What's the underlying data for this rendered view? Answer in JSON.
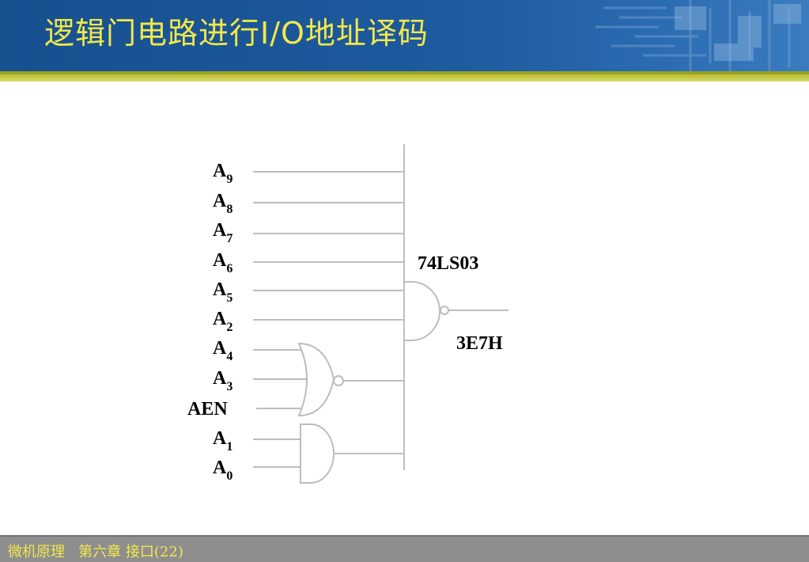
{
  "header": {
    "title": "逻辑门电路进行I/O地址译码"
  },
  "circuit": {
    "inputs": [
      {
        "letter": "A",
        "sub": "9"
      },
      {
        "letter": "A",
        "sub": "8"
      },
      {
        "letter": "A",
        "sub": "7"
      },
      {
        "letter": "A",
        "sub": "6"
      },
      {
        "letter": "A",
        "sub": "5"
      },
      {
        "letter": "A",
        "sub": "2"
      },
      {
        "letter": "A",
        "sub": "4"
      },
      {
        "letter": "A",
        "sub": "3"
      },
      {
        "letter": "AEN",
        "sub": ""
      },
      {
        "letter": "A",
        "sub": "1"
      },
      {
        "letter": "A",
        "sub": "0"
      }
    ],
    "chip_label": "74LS03",
    "output_label": "3E7H"
  },
  "footer": {
    "text": "微机原理   第六章 接口(22)"
  }
}
